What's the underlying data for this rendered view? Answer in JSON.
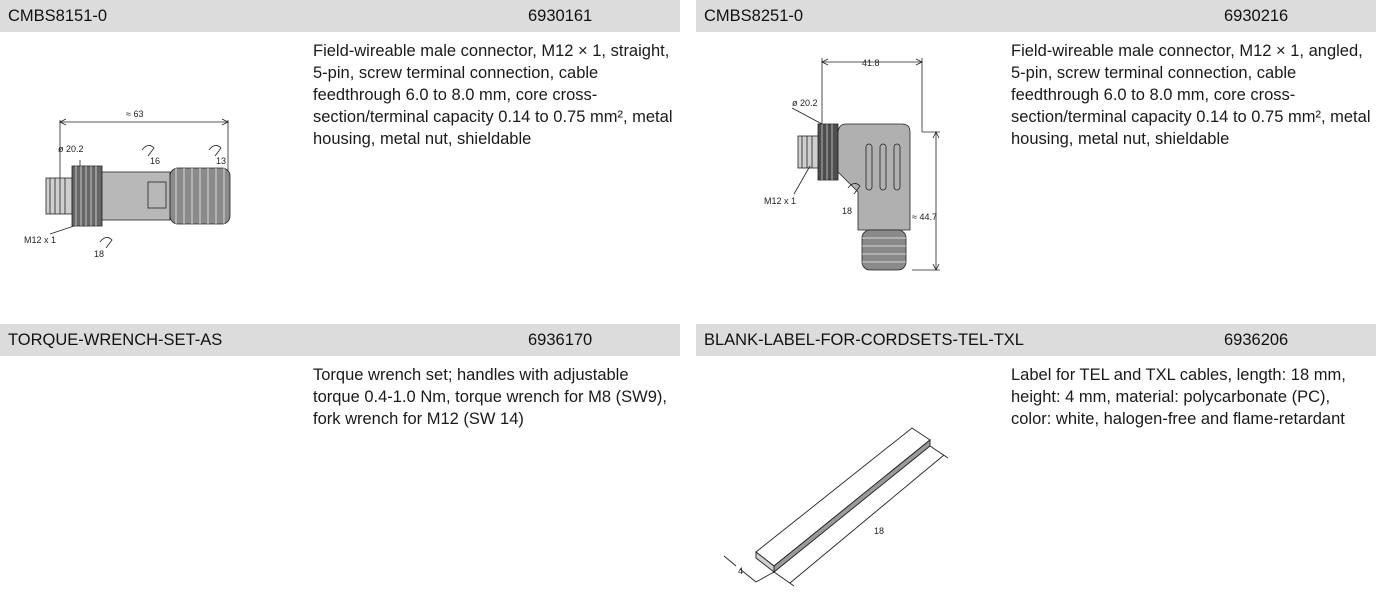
{
  "products": [
    {
      "name": "CMBS8151-0",
      "code": "6930161",
      "description": "Field-wireable male connector, M12 × 1, straight, 5-pin, screw terminal connection, cable feedthrough 6.0 to 8.0 mm, core cross-section/terminal capacity 0.14 to 0.75 mm², metal housing, metal nut, shieldable",
      "drawing": {
        "length": "≈ 63",
        "diameter": "ø 20.2",
        "wrench_a": "16",
        "wrench_b": "13",
        "thread": "M12 x 1",
        "wrench_c": "18"
      }
    },
    {
      "name": "CMBS8251-0",
      "code": "6930216",
      "description": "Field-wireable male connector, M12 × 1, angled, 5-pin, screw terminal connection, cable feedthrough 6.0 to 8.0 mm, core cross-section/terminal capacity 0.14 to 0.75 mm², metal housing, metal nut, shieldable",
      "drawing": {
        "width": "41.8",
        "diameter": "ø 20.2",
        "thread": "M12 x 1",
        "wrench": "18",
        "height": "≈ 44.7"
      }
    },
    {
      "name": "TORQUE-WRENCH-SET-AS",
      "code": "6936170",
      "description": "Torque wrench set; handles with adjustable torque 0.4-1.0 Nm, torque wrench for M8 (SW9), fork wrench for M12 (SW 14)"
    },
    {
      "name": "BLANK-LABEL-FOR-CORDSETS-TEL-TXL",
      "code": "6936206",
      "description": "Label for TEL and TXL cables, length: 18 mm, height: 4 mm, material: polycarbonate (PC), color: white, halogen-free and flame-retardant",
      "drawing": {
        "length": "18",
        "height": "4"
      }
    }
  ]
}
